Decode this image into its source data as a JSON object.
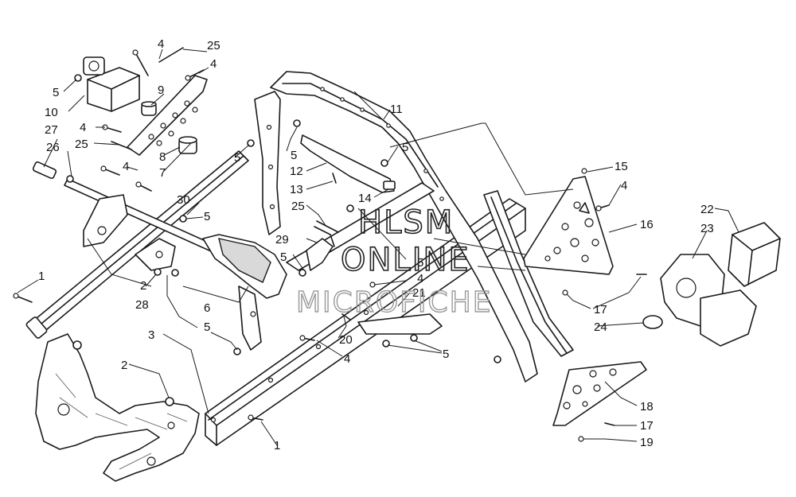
{
  "watermark": {
    "line1": "HLSM",
    "line2": "ONLINE",
    "line3": "MICROFICHE"
  },
  "callouts": {
    "c1a": "1",
    "c1b": "1",
    "c2a": "2",
    "c2b": "2",
    "c3": "3",
    "c4a": "4",
    "c4b": "4",
    "c4c": "4",
    "c4d": "4",
    "c4e": "4",
    "c4f": "4",
    "c4g": "4",
    "c5a": "5",
    "c5b": "5",
    "c5c": "5",
    "c5d": "5",
    "c5e": "5",
    "c5f": "5",
    "c5g": "5",
    "c5h": "5",
    "c5i": "5",
    "c6": "6",
    "c7": "7",
    "c8": "8",
    "c9": "9",
    "c10": "10",
    "c11": "11",
    "c12": "12",
    "c13": "13",
    "c14": "14",
    "c15": "15",
    "c16": "16",
    "c17a": "17",
    "c17b": "17",
    "c18": "18",
    "c19": "19",
    "c20": "20",
    "c21": "21",
    "c22": "22",
    "c23": "23",
    "c24": "24",
    "c25a": "25",
    "c25b": "25",
    "c25c": "25",
    "c26": "26",
    "c27": "27",
    "c28": "28",
    "c29": "29",
    "c30": "30"
  }
}
